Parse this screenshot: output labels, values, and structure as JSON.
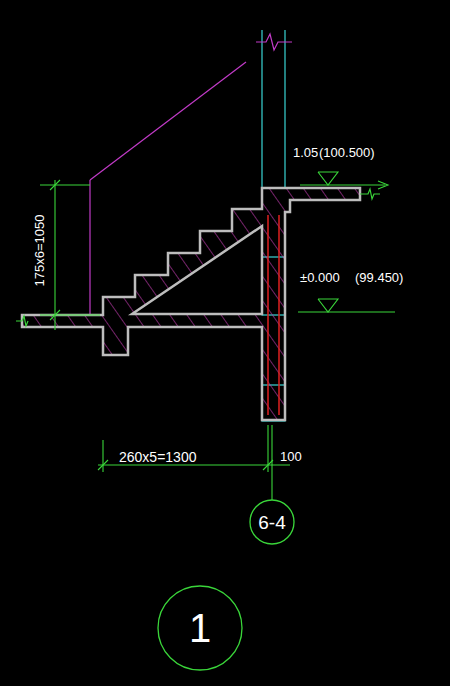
{
  "diagram": {
    "nodes": [
      {
        "text": [
          "6-4"
        ]
      },
      {
        "text": [
          "1"
        ]
      }
    ],
    "labels": [
      "175x6=1050",
      "1.050",
      "(100.500)",
      "±0.000",
      "(99.450)",
      "260x5=1300",
      "100"
    ]
  }
}
